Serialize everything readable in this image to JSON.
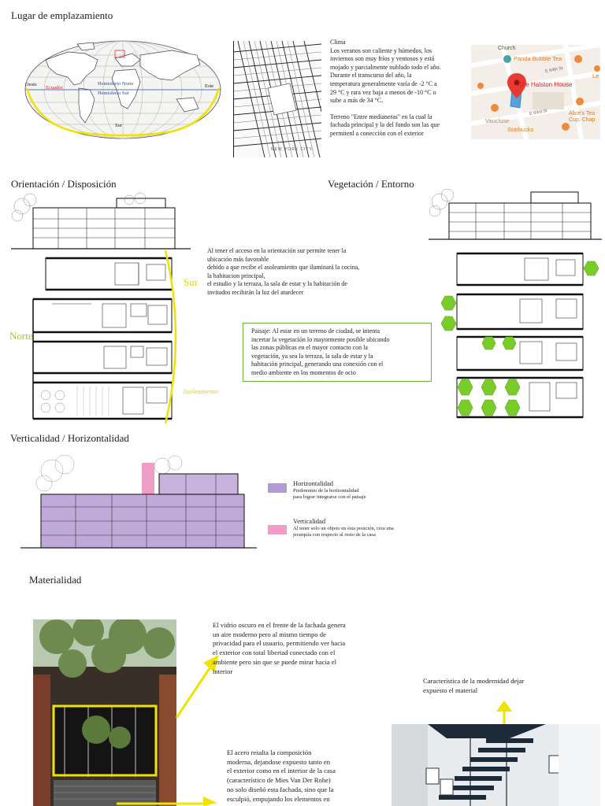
{
  "sections": {
    "site": "Lugar de emplazamiento",
    "orientation": "Orientación / Disposición",
    "vegetation": "Vegetación / Entorno",
    "verticality": "Verticalidad / Horizontalidad",
    "materiality": "Materialidad"
  },
  "world_map": {
    "labels": [
      "Oeste",
      "Ecuador",
      "Hemisferio Norte",
      "Hemisferio Sur",
      "Este",
      "Sur"
    ]
  },
  "city_map": {
    "caption": "NEW YORK CITY"
  },
  "climate": {
    "title": "Clima",
    "lines": [
      "Los veranos son caliente y húmedos, los",
      "inviernos son muy fríos y ventosos y está",
      "mojado y parcialmente nublado todo el año.",
      "Durante el transcurso del año, la",
      "temperatura generalmente varía de -2 °C a",
      "29 °C y rara vez baja a menos de -10 °C o",
      "sube a más de 34 °C."
    ],
    "terrain_lines": [
      "Terreno \"Entre medianeras\" en la cual la",
      "fachada principal y la del fondo son las que",
      "permitenl a conección con el exterior"
    ]
  },
  "street_map": {
    "labels": [
      "Church",
      "Panda Bubble Tea",
      "E 64th St",
      "The Halston House",
      "E 63rd St",
      "Vaucluse",
      "Starbucks",
      "Alice's Tea Cup, Chap",
      "Le"
    ]
  },
  "orientation": {
    "sur": "Sur",
    "norte": "Norte",
    "asoleamiento": "Asoleamiento",
    "text_lines": [
      "Al tener el acceso en la orientación sur permite tener la",
      "ubicación más favorable",
      "debido a que recibe el asoleamiento que iluminará la cocina,",
      "la habitacion principal,",
      "el estudio y la terraza, la sala de estar y la habitación de",
      "invitados recibirán la luz del atardecer"
    ]
  },
  "vegetation": {
    "text_lines": [
      "Paisaje: Al estar en un terreno de ciudad, se intenta",
      "incertar la vegetación lo mayormente posible ubicando",
      "las zonas públicas en el mayor contacto con la",
      "vegetación, ya sea la terraza, la sala de estar y la",
      "habitación principal, generando una conexión con el",
      "medio ambiente en los momentos de ocio"
    ]
  },
  "legend": {
    "horizontal_title": "Horizontalidad",
    "horizontal_lines": [
      "Predominio de la horizontalidad",
      "para lograr integrarse con el paisaje"
    ],
    "vertical_title": "Verticalidad",
    "vertical_lines": [
      "Al tener solo un objeto en ésta posición, crea una",
      "jerarquía con respecto al resto de la casa"
    ]
  },
  "materiality": {
    "glass_lines": [
      "El vidrio oscuro en el frente de la fachada genera",
      "un aire moderno pero al mismo tiempo de",
      "privacidad para el usuario, permitiendo ver hacia",
      "el exterior con total libertad conectado con el",
      "ambiente pero sin que se puede mirar hacia el",
      "interior"
    ],
    "modernity_lines": [
      "Característica de la modernidad dejar",
      "expuesto el material"
    ],
    "steel_lines": [
      "El acero resalta la composición",
      "moderna, dejandose expuesto tanto en",
      "el exterior como en el interior de la casa",
      "(característico de Mies Van Der Rohe)",
      "no solo diseñó esta fachada, sino que la",
      "esculpió, empujando los elementos en"
    ]
  },
  "colors": {
    "yellow": "#f2e200",
    "green_tree": "#7acc2a",
    "green_label": "#9bd02e",
    "purple": "#b49ad2",
    "pink": "#ee9dc8",
    "box_border": "#6cb33b"
  }
}
